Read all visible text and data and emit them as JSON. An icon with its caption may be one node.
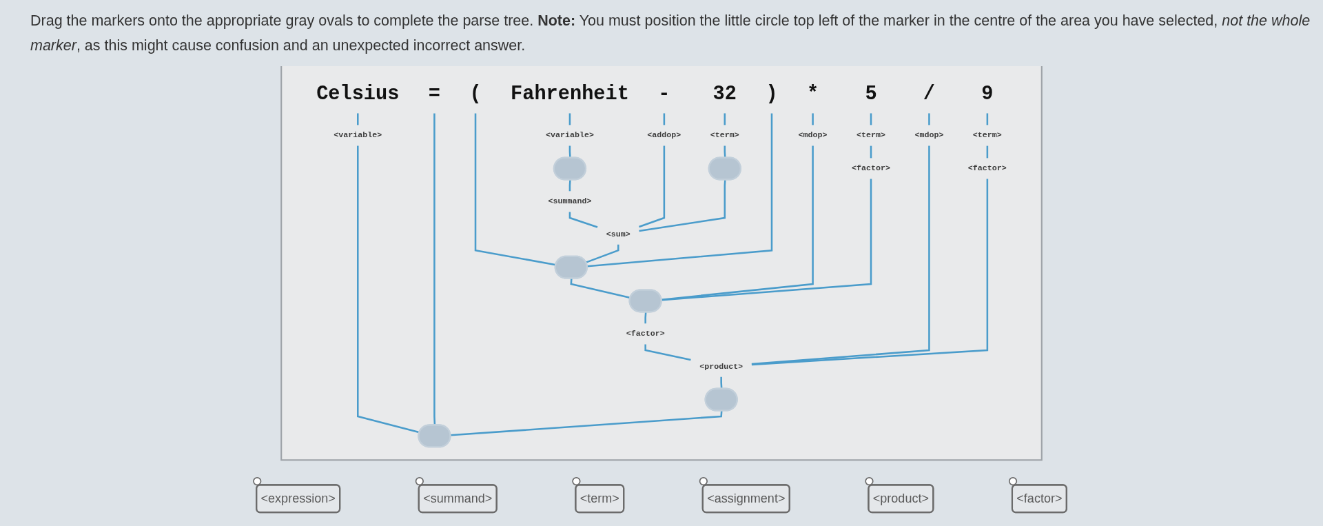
{
  "diagram": {
    "nodes": [
      {
        "text": [
          "Celsius"
        ]
      },
      {
        "text": [
          "="
        ]
      },
      {
        "text": [
          "("
        ]
      },
      {
        "text": [
          "Fahrenheit"
        ]
      },
      {
        "text": [
          "-"
        ]
      },
      {
        "text": [
          "32"
        ]
      },
      {
        "text": [
          ")"
        ]
      },
      {
        "text": [
          "*"
        ]
      },
      {
        "text": [
          "5"
        ]
      },
      {
        "text": [
          "/"
        ]
      },
      {
        "text": [
          "9"
        ]
      },
      {
        "text": [
          "<variable>"
        ]
      },
      {
        "text": [
          "<variable>"
        ]
      },
      {
        "text": [
          "<addop>"
        ]
      },
      {
        "text": [
          "<mdop>"
        ]
      },
      {
        "text": [
          "<mdop>"
        ]
      },
      {
        "text": [
          "<term>"
        ]
      },
      {
        "text": [
          "<term>"
        ]
      },
      {
        "text": [
          "<term>"
        ]
      },
      {
        "text": [],
        "shape": "oval"
      },
      {
        "text": [],
        "shape": "oval"
      },
      {
        "text": [
          "<factor>"
        ]
      },
      {
        "text": [
          "<factor>"
        ]
      },
      {
        "text": [
          "<summand>"
        ]
      },
      {
        "text": [
          "<sum>"
        ]
      },
      {
        "text": [],
        "shape": "oval"
      },
      {
        "text": [],
        "shape": "oval"
      },
      {
        "text": [
          "<factor>"
        ]
      },
      {
        "text": [
          "<product>"
        ]
      },
      {
        "text": [],
        "shape": "oval"
      },
      {
        "text": [],
        "shape": "oval"
      },
      {
        "text": [
          "<expression>"
        ]
      },
      {
        "text": [
          "<summand>"
        ]
      },
      {
        "text": [
          "<term>"
        ]
      },
      {
        "text": [
          "<assignment>"
        ]
      },
      {
        "text": [
          "<product>"
        ]
      },
      {
        "text": [
          "<factor>"
        ]
      }
    ],
    "edges": [
      {
        "from": 30,
        "to": 11,
        "arrow": "none"
      },
      {
        "from": 11,
        "to": 0,
        "arrow": "none"
      },
      {
        "from": 30,
        "to": 1,
        "arrow": "none"
      },
      {
        "from": 30,
        "to": 29,
        "arrow": "none"
      },
      {
        "from": 29,
        "to": 28,
        "arrow": "none"
      },
      {
        "from": 28,
        "to": 27,
        "arrow": "none"
      },
      {
        "from": 27,
        "to": 26,
        "arrow": "none"
      },
      {
        "from": 26,
        "to": 25,
        "arrow": "none"
      },
      {
        "from": 25,
        "to": 2,
        "arrow": "none"
      },
      {
        "from": 25,
        "to": 24,
        "arrow": "none"
      },
      {
        "from": 24,
        "to": 23,
        "arrow": "none"
      },
      {
        "from": 23,
        "to": 19,
        "arrow": "none"
      },
      {
        "from": 19,
        "to": 12,
        "arrow": "none"
      },
      {
        "from": 12,
        "to": 3,
        "arrow": "none"
      },
      {
        "from": 24,
        "to": 13,
        "arrow": "none"
      },
      {
        "from": 13,
        "to": 4,
        "arrow": "none"
      },
      {
        "from": 24,
        "to": 20,
        "arrow": "none"
      },
      {
        "from": 20,
        "to": 16,
        "arrow": "none"
      },
      {
        "from": 16,
        "to": 5,
        "arrow": "none"
      },
      {
        "from": 25,
        "to": 6,
        "arrow": "none"
      },
      {
        "from": 26,
        "to": 14,
        "arrow": "none"
      },
      {
        "from": 14,
        "to": 7,
        "arrow": "none"
      },
      {
        "from": 26,
        "to": 21,
        "arrow": "none"
      },
      {
        "from": 21,
        "to": 17,
        "arrow": "none"
      },
      {
        "from": 17,
        "to": 8,
        "arrow": "none"
      },
      {
        "from": 28,
        "to": 15,
        "arrow": "none"
      },
      {
        "from": 15,
        "to": 9,
        "arrow": "none"
      },
      {
        "from": 28,
        "to": 22,
        "arrow": "none"
      },
      {
        "from": 22,
        "to": 18,
        "arrow": "none"
      },
      {
        "from": 18,
        "to": 10,
        "arrow": "none"
      }
    ],
    "labels": [
      "Drag the markers onto the appropriate gray ovals to complete the parse tree. **Note:** You must position the little circle top left of the marker in the centre of the area you have selected, *not the whole marker*, as this might cause confusion and an unexpected incorrect answer."
    ]
  }
}
